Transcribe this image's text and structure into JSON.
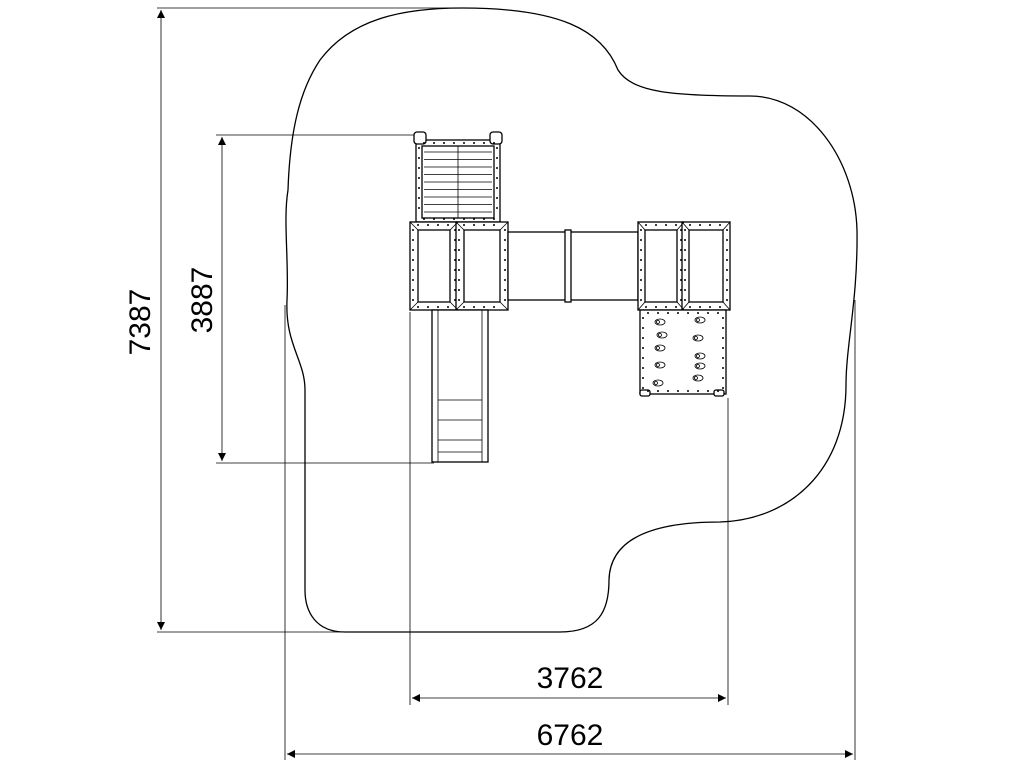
{
  "dimensions": {
    "overall_height": "7387",
    "structure_height": "3887",
    "structure_width": "3762",
    "overall_width": "6762"
  }
}
